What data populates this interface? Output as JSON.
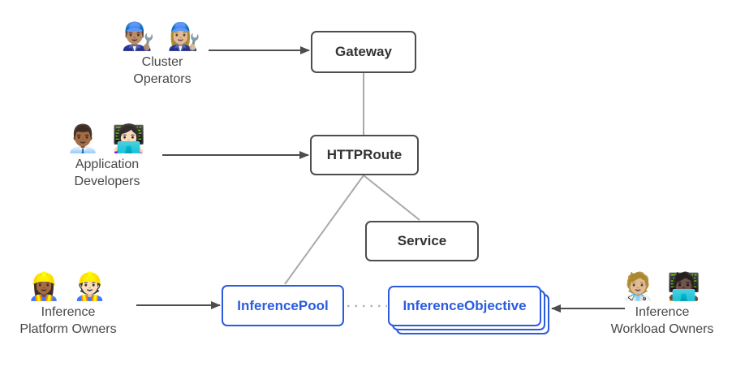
{
  "diagram": {
    "colors": {
      "node_border_gray": "#4d4d4d",
      "node_text_gray": "#333333",
      "accent_blue": "#2b5cdf",
      "connector_gray": "#a9a9a9",
      "dotted_gray": "#b3b3b3",
      "arrow_dark": "#4d4d4d",
      "persona_label_gray": "#474747",
      "background": "#ffffff"
    },
    "personas": [
      {
        "id": "cluster-operators",
        "emoji": "👨🏽‍🔧 👩🏼‍🔧",
        "label_lines": [
          "Cluster",
          "Operators"
        ]
      },
      {
        "id": "application-developers",
        "emoji": "👨🏾‍💼 👩🏻‍💻",
        "label_lines": [
          "Application",
          "Developers"
        ]
      },
      {
        "id": "inference-platform-owners",
        "emoji": "👷🏾‍♀️ 👷🏻",
        "label_lines": [
          "Inference",
          "Platform Owners"
        ]
      },
      {
        "id": "inference-workload-owners",
        "emoji": "🧑🏼‍⚕️ 🧑🏿‍💻",
        "label_lines": [
          "Inference",
          "Workload Owners"
        ]
      }
    ],
    "nodes": [
      {
        "id": "gateway",
        "label": "Gateway",
        "style": "gray"
      },
      {
        "id": "httproute",
        "label": "HTTPRoute",
        "style": "gray"
      },
      {
        "id": "service",
        "label": "Service",
        "style": "gray"
      },
      {
        "id": "inference-pool",
        "label": "InferencePool",
        "style": "blue"
      },
      {
        "id": "inference-objective",
        "label": "InferenceObjective",
        "style": "blue",
        "stacked": true
      }
    ],
    "edges": [
      {
        "from": "gateway",
        "to": "httproute",
        "type": "line"
      },
      {
        "from": "httproute",
        "to": "service",
        "type": "line"
      },
      {
        "from": "httproute",
        "to": "inference-pool",
        "type": "line"
      },
      {
        "from": "inference-pool",
        "to": "inference-objective",
        "type": "dotted"
      },
      {
        "from": "cluster-operators",
        "to": "gateway",
        "type": "arrow"
      },
      {
        "from": "application-developers",
        "to": "httproute",
        "type": "arrow"
      },
      {
        "from": "inference-platform-owners",
        "to": "inference-pool",
        "type": "arrow"
      },
      {
        "from": "inference-workload-owners",
        "to": "inference-objective",
        "type": "arrow"
      }
    ]
  }
}
